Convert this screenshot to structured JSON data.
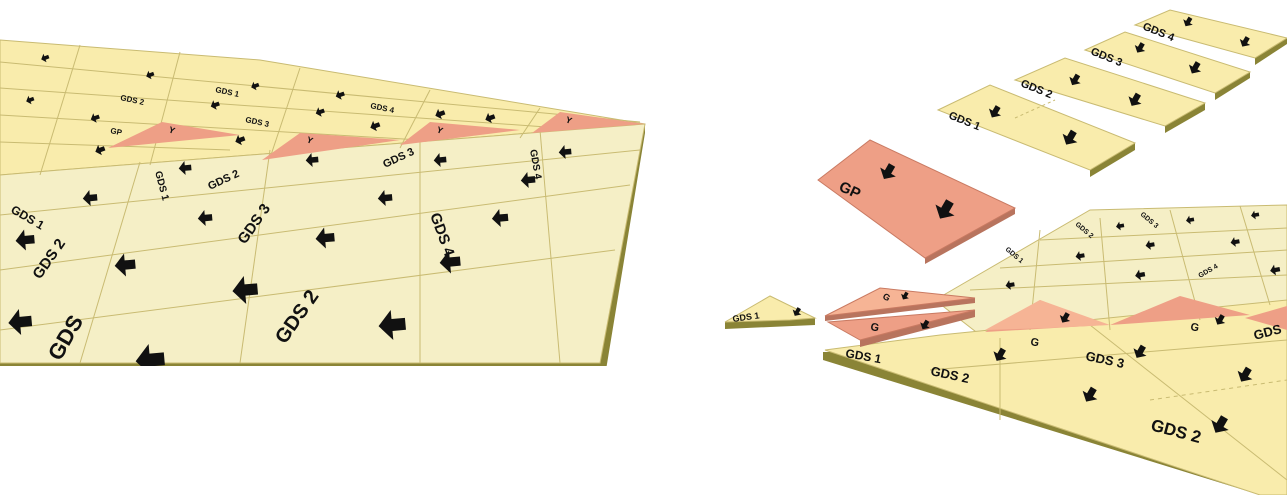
{
  "colors": {
    "tile_yellow": "#f9ecac",
    "tile_pale": "#f5efc6",
    "tile_edge": "#8a8436",
    "triangle_salmon": "#ee9f86",
    "triangle_peach": "#f6b495",
    "arrow": "#111111",
    "background": "#ffffff"
  },
  "icons": {
    "tile_arrow": "arrow-icon"
  },
  "left_panel": {
    "back_row_labels": [
      "GDS 4",
      "GDS 3",
      "GDS 2",
      "GDS 1",
      "GP"
    ],
    "triangle_labels": [
      "Y",
      "Y",
      "Y",
      "Y"
    ],
    "front_labels": [
      "GDS 1",
      "GDS 2",
      "GDS 3",
      "GDS 4",
      "GDS 1",
      "GDS 2",
      "GDS 3",
      "GDS 4",
      "GDS 2",
      "GDS"
    ]
  },
  "right_panel": {
    "floating_strip_labels": [
      "GDS 1",
      "GDS 2",
      "GDS 3",
      "GDS 4"
    ],
    "gp_tile_label": "GP",
    "assembled_labels": [
      "GDS 1",
      "GDS 1",
      "GDS 2",
      "GDS 3",
      "GDS 2",
      "GDS"
    ],
    "triangle_labels": [
      "G",
      "G",
      "G",
      "G"
    ],
    "small_labels": [
      "GDS 1",
      "GDS 2",
      "GDS 3",
      "GDS 4"
    ]
  }
}
